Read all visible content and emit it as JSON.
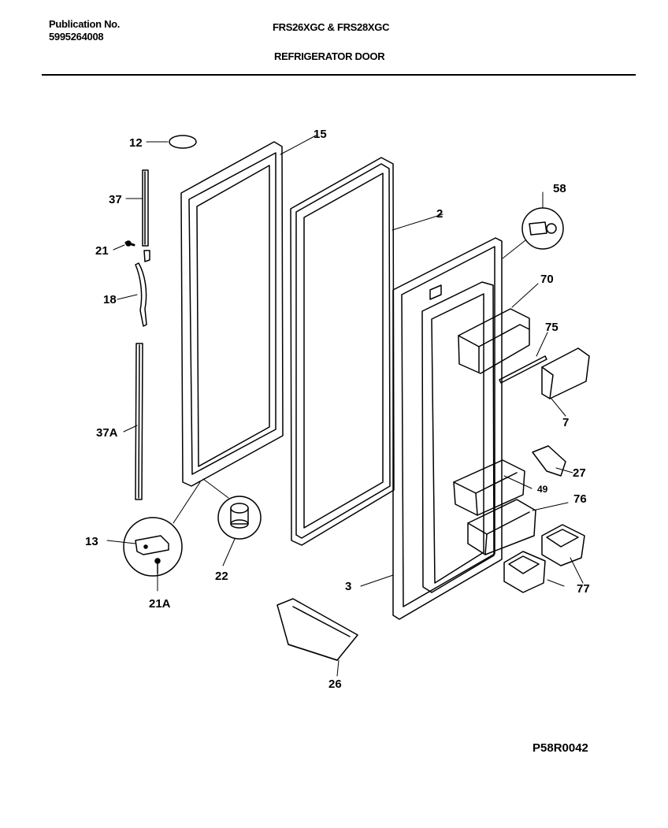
{
  "header": {
    "publication_label": "Publication No.",
    "publication_number": "5995264008",
    "model": "FRS26XGC & FRS28XGC",
    "section_title": "REFRIGERATOR DOOR"
  },
  "callouts": {
    "c12": "12",
    "c15": "15",
    "c37": "37",
    "c21": "21",
    "c18": "18",
    "c37A": "37A",
    "c13": "13",
    "c21A": "21A",
    "c22": "22",
    "c2": "2",
    "c58": "58",
    "c70": "70",
    "c75": "75",
    "c7": "7",
    "c27": "27",
    "c49": "49",
    "c76": "76",
    "c77": "77",
    "c3": "3",
    "c26": "26"
  },
  "footer": {
    "diagram_code": "P58R0042"
  }
}
